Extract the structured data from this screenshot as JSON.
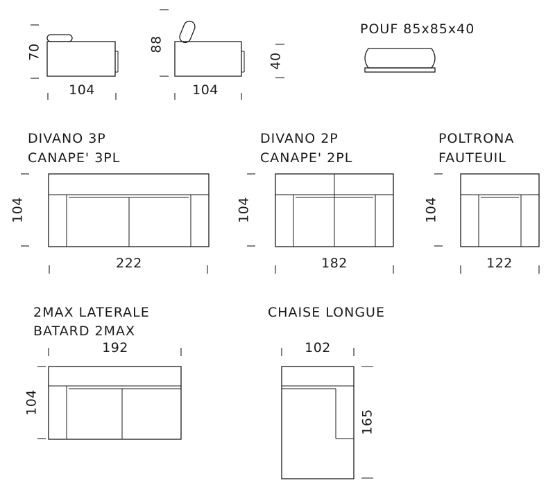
{
  "side_views": {
    "armrest": {
      "height": "70",
      "width": "104"
    },
    "headrest": {
      "height": "88",
      "width": "104"
    },
    "seat_height": "40"
  },
  "pouf": {
    "label": "POUF 85x85x40"
  },
  "divano_3p": {
    "line1": "DIVANO 3P",
    "line2": "CANAPE' 3PL",
    "depth": "104",
    "width": "222"
  },
  "divano_2p": {
    "line1": "DIVANO 2P",
    "line2": "CANAPE' 2PL",
    "depth": "104",
    "width": "182"
  },
  "poltrona": {
    "line1": "POLTRONA",
    "line2": "FAUTEUIL",
    "depth": "104",
    "width": "122"
  },
  "max_laterale": {
    "line1": "2MAX LATERALE",
    "line2": "BATARD 2MAX",
    "depth": "104",
    "width": "192"
  },
  "chaise": {
    "line1": "CHAISE LONGUE",
    "width": "102",
    "length": "165"
  }
}
